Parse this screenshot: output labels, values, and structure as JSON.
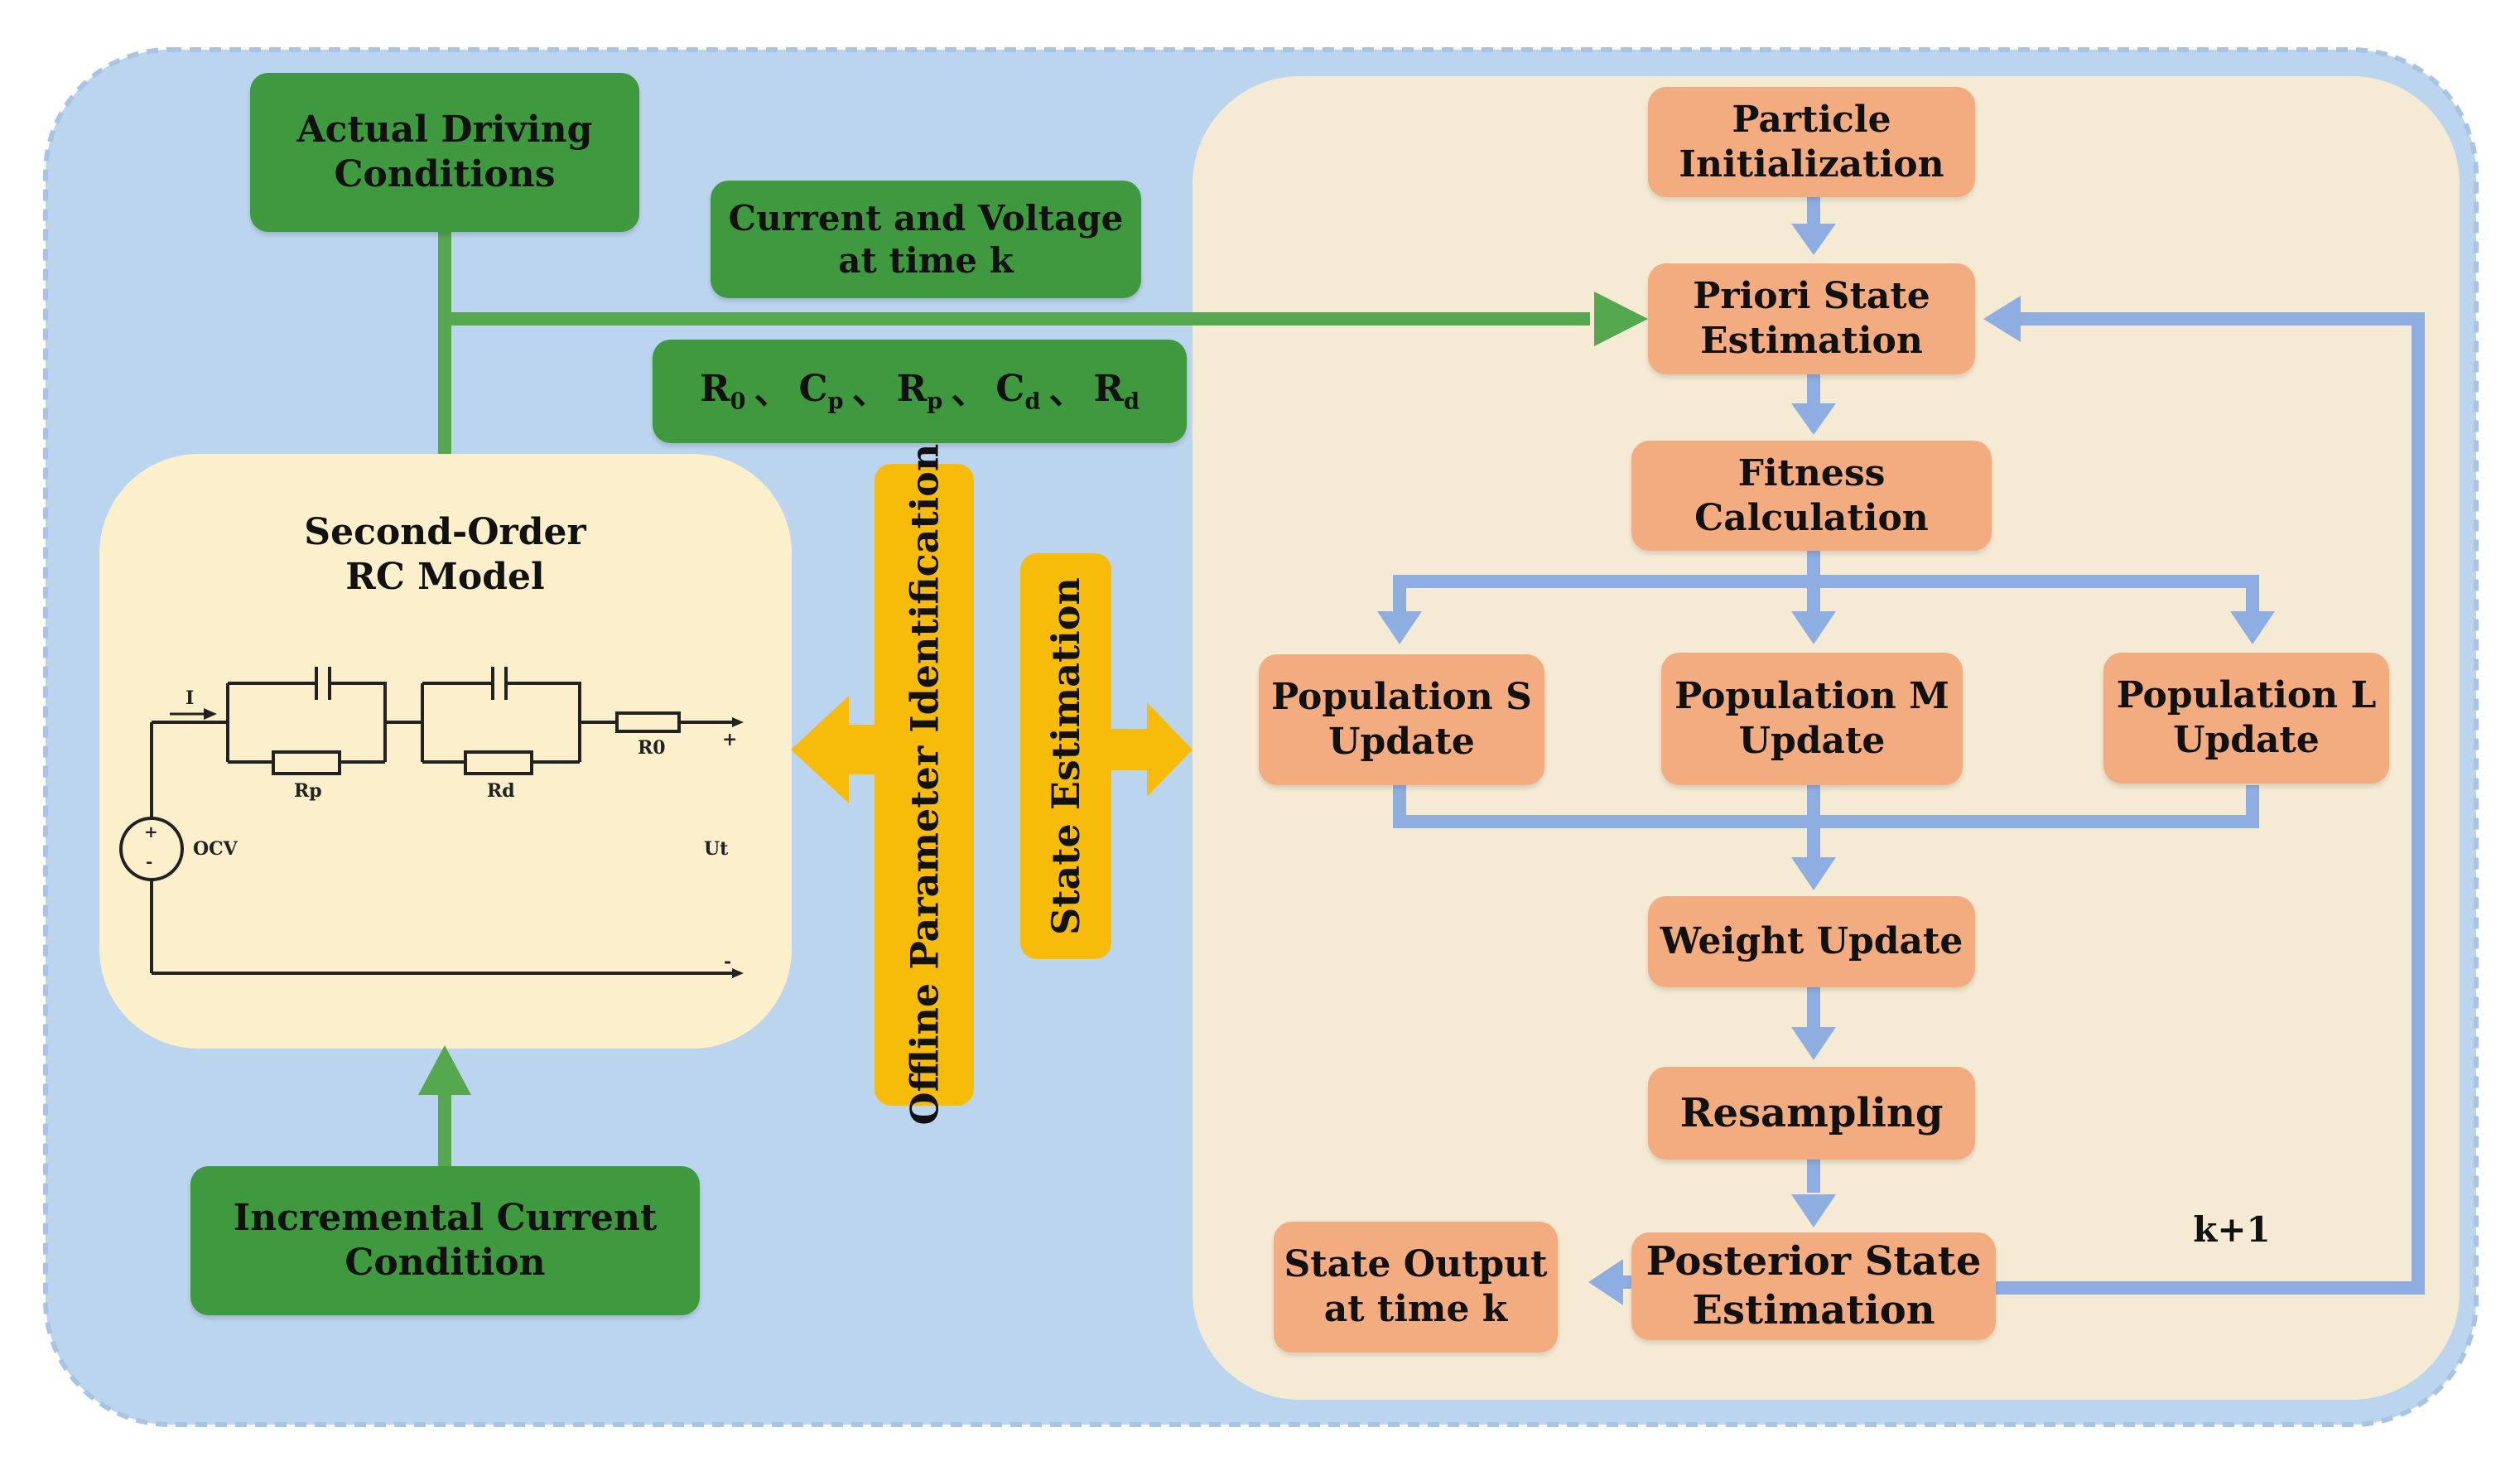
{
  "left": {
    "actual_driving": [
      "Actual Driving",
      "Conditions"
    ],
    "current_voltage": [
      "Current and Voltage",
      "at time k"
    ],
    "params": [
      {
        "base": "R",
        "sub": "0"
      },
      {
        "base": "C",
        "sub": "p"
      },
      {
        "base": "R",
        "sub": "p"
      },
      {
        "base": "C",
        "sub": "d"
      },
      {
        "base": "R",
        "sub": "d"
      }
    ],
    "params_sep": "、",
    "model_title": [
      "Second-Order",
      "RC Model"
    ],
    "incremental": [
      "Incremental Current",
      "Condition"
    ],
    "offline": "Offline Parameter Identification",
    "state_est": "State Estimation"
  },
  "circuit": {
    "i_label": "I",
    "rp_label": "Rp",
    "rd_label": "Rd",
    "r0_label": "R0",
    "ocv_label": "OCV",
    "ut_label": "Ut",
    "plus": "+",
    "minus": "-",
    "src_plus": "+",
    "src_minus": "-"
  },
  "flow": {
    "particle_init": [
      "Particle",
      "Initialization"
    ],
    "priori": [
      "Priori State",
      "Estimation"
    ],
    "fitness": [
      "Fitness",
      "Calculation"
    ],
    "pop_s": [
      "Population S",
      "Update"
    ],
    "pop_m": [
      "Population M",
      "Update"
    ],
    "pop_l": [
      "Population L",
      "Update"
    ],
    "weight": "Weight Update",
    "resampling": "Resampling",
    "posterior": [
      "Posterior State",
      "Estimation"
    ],
    "output": [
      "State Output",
      "at time k"
    ],
    "k1": "k+1"
  },
  "colors": {
    "background": "#bcd5ee",
    "green": "#3f9a3f",
    "orange": "#f2ac7f",
    "yellow": "#f7bc0a",
    "blue_arrow": "#8eaee2"
  }
}
